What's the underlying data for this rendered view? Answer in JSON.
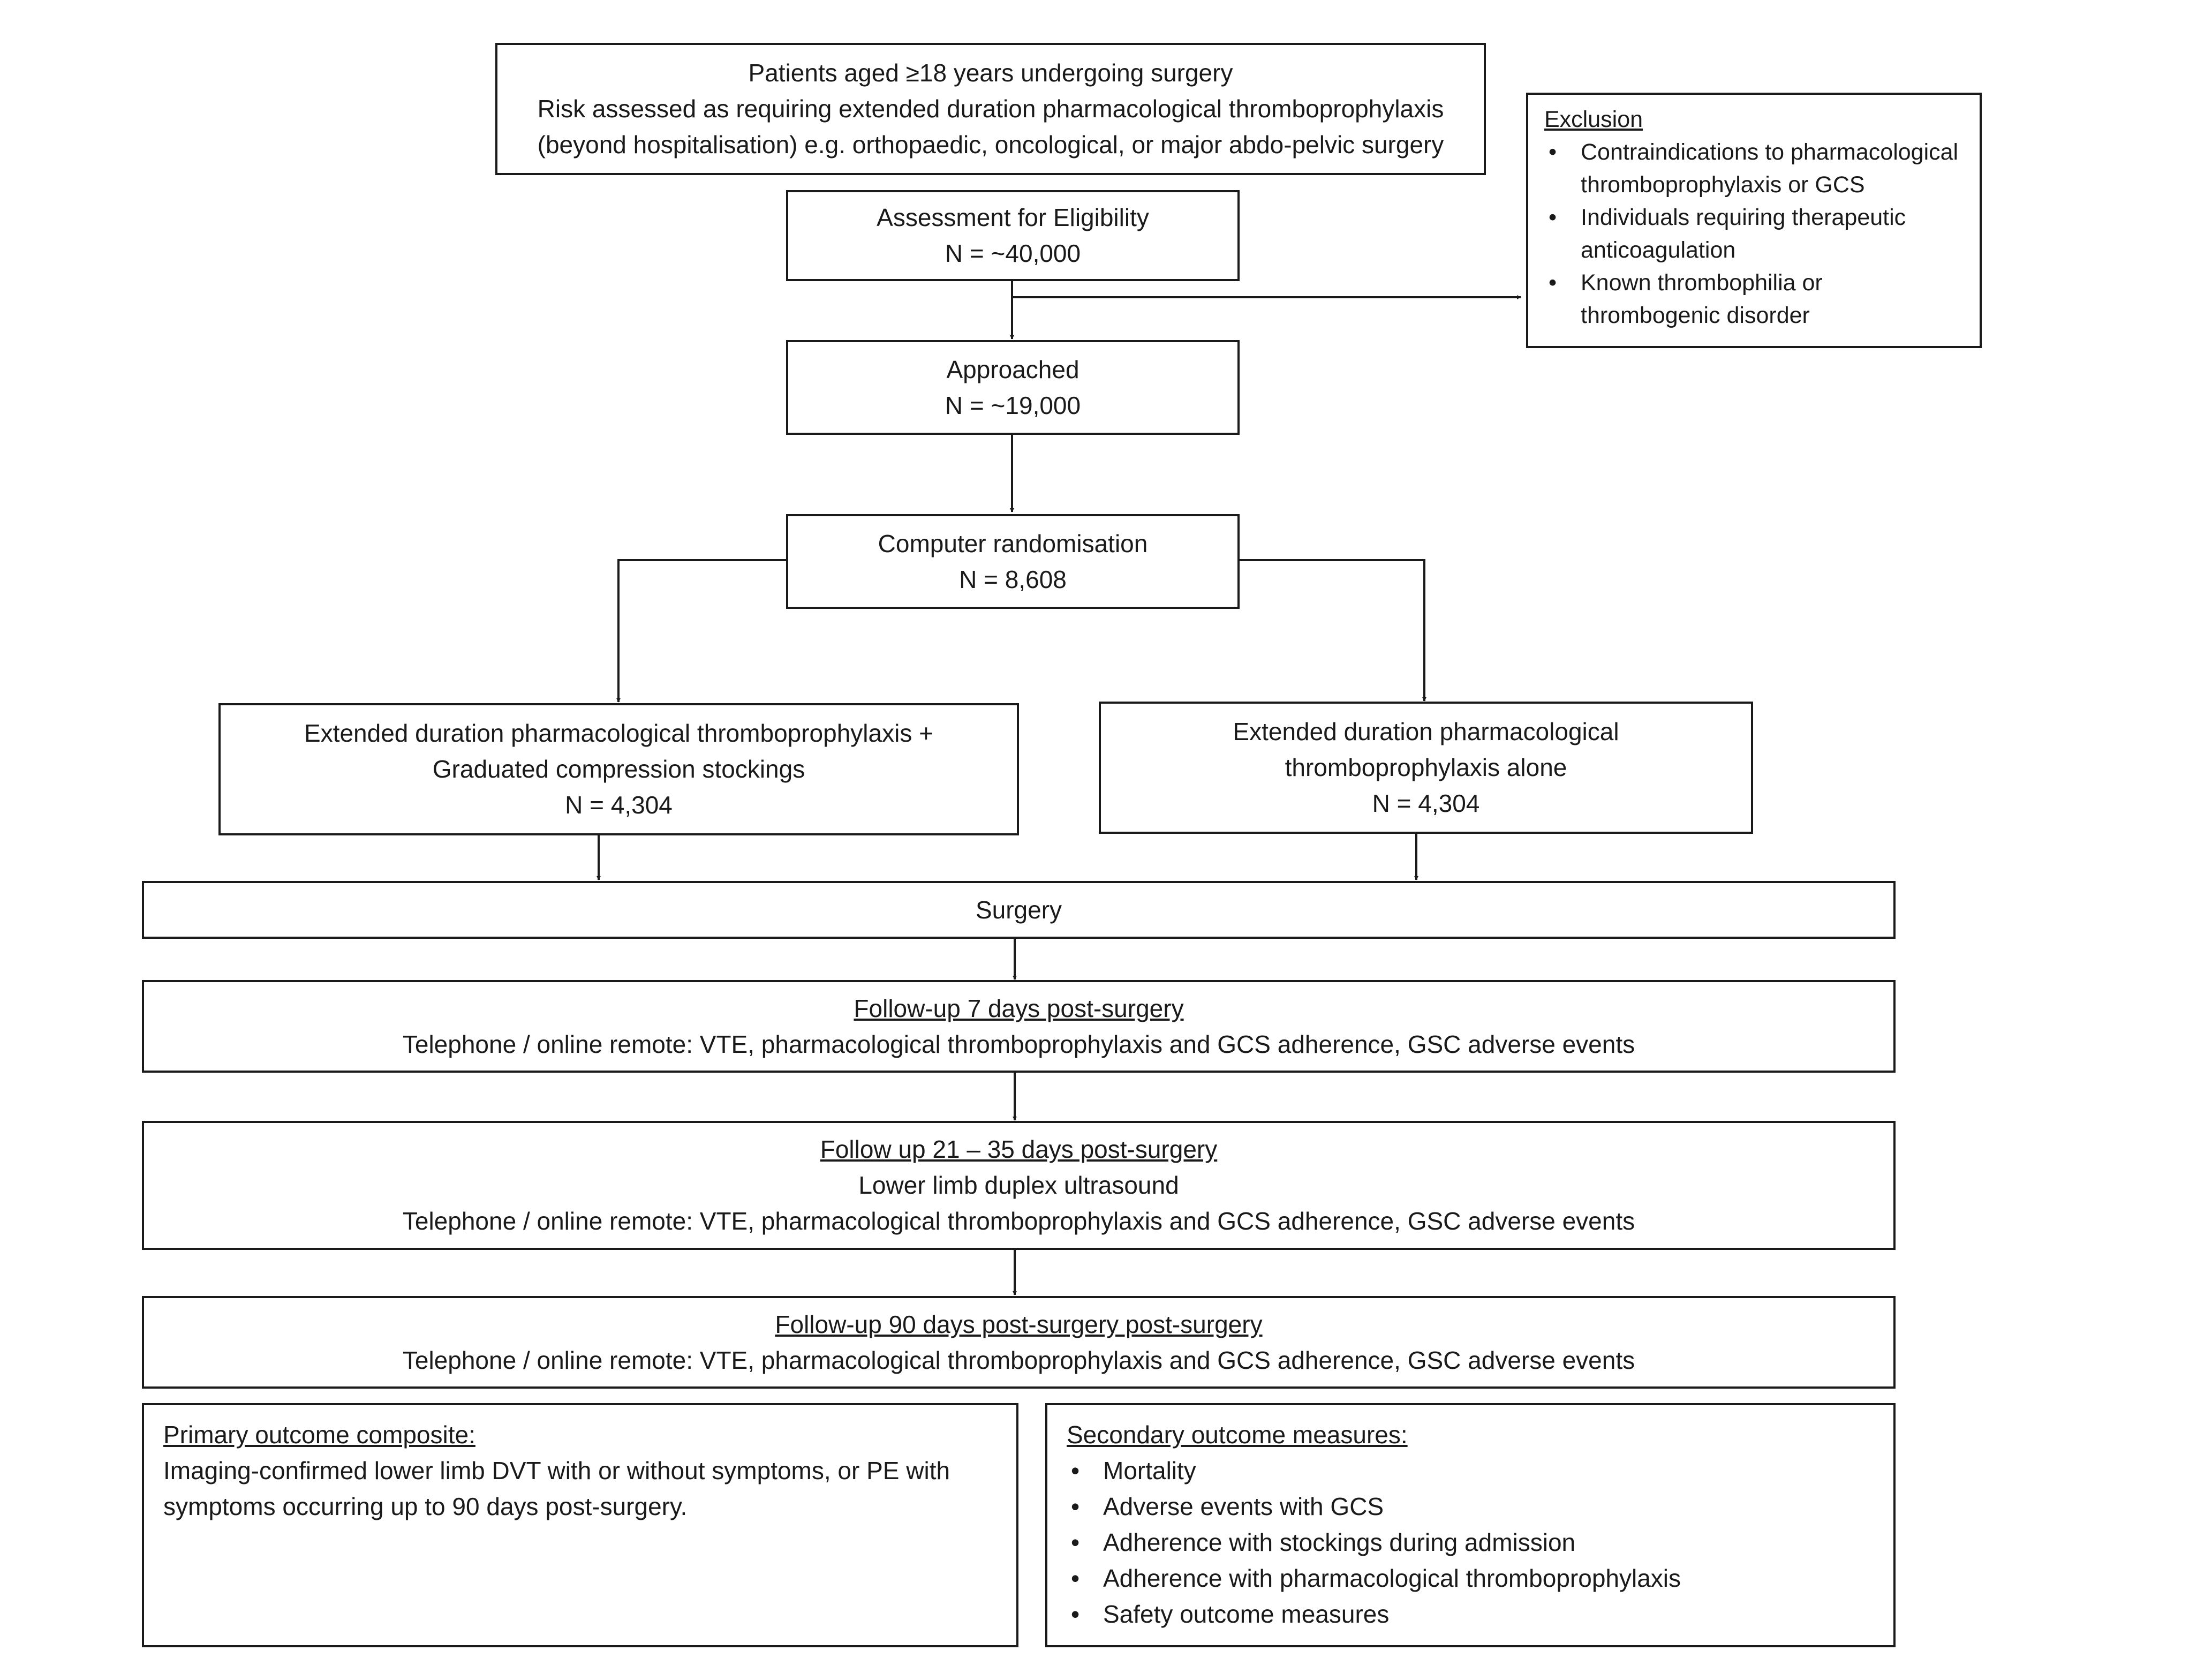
{
  "population": {
    "lines": [
      "Patients aged ≥18 years undergoing surgery",
      "Risk assessed as requiring extended duration pharmacological thromboprophylaxis",
      "(beyond hospitalisation) e.g. orthopaedic, oncological, or major abdo-pelvic surgery"
    ]
  },
  "eligibility": {
    "title": "Assessment for Eligibility",
    "n": "N = ~40,000"
  },
  "exclusion": {
    "title": "Exclusion",
    "items": [
      [
        "Contraindications to pharmacological",
        "thromboprophylaxis or GCS"
      ],
      [
        "Individuals requiring therapeutic",
        "anticoagulation"
      ],
      [
        "Known thrombophilia or",
        "thrombogenic disorder"
      ]
    ]
  },
  "approached": {
    "title": "Approached",
    "n": "N = ~19,000"
  },
  "randomisation": {
    "title": "Computer randomisation",
    "n": "N = 8,608"
  },
  "arm_gcs": {
    "lines": [
      "Extended duration pharmacological thromboprophylaxis +",
      "Graduated compression stockings"
    ],
    "n": "N = 4,304"
  },
  "arm_alone": {
    "lines": [
      "Extended duration pharmacological",
      "thromboprophylaxis alone"
    ],
    "n": "N = 4,304"
  },
  "surgery": {
    "title": "Surgery"
  },
  "followup_7": {
    "title": "Follow-up 7 days post-surgery",
    "detail": "Telephone / online remote: VTE, pharmacological thromboprophylaxis and GCS adherence, GSC adverse events"
  },
  "followup_21": {
    "title": "Follow up 21 – 35 days post-surgery",
    "subtitle": "Lower limb duplex ultrasound",
    "detail": "Telephone / online remote: VTE, pharmacological thromboprophylaxis and GCS adherence, GSC adverse events"
  },
  "followup_90": {
    "title": "Follow-up 90 days post-surgery post-surgery",
    "detail": "Telephone / online remote: VTE, pharmacological thromboprophylaxis and GCS adherence, GSC adverse events"
  },
  "primary_outcome": {
    "title": "Primary outcome composite:",
    "lines": [
      "Imaging-confirmed lower limb DVT with or without symptoms, or PE with",
      "symptoms occurring up to 90 days post-surgery."
    ]
  },
  "secondary_outcome": {
    "title": "Secondary outcome measures:",
    "items": [
      "Mortality",
      "Adverse events with GCS",
      "Adherence with stockings during admission",
      "Adherence with pharmacological thromboprophylaxis",
      "Safety outcome measures"
    ]
  }
}
